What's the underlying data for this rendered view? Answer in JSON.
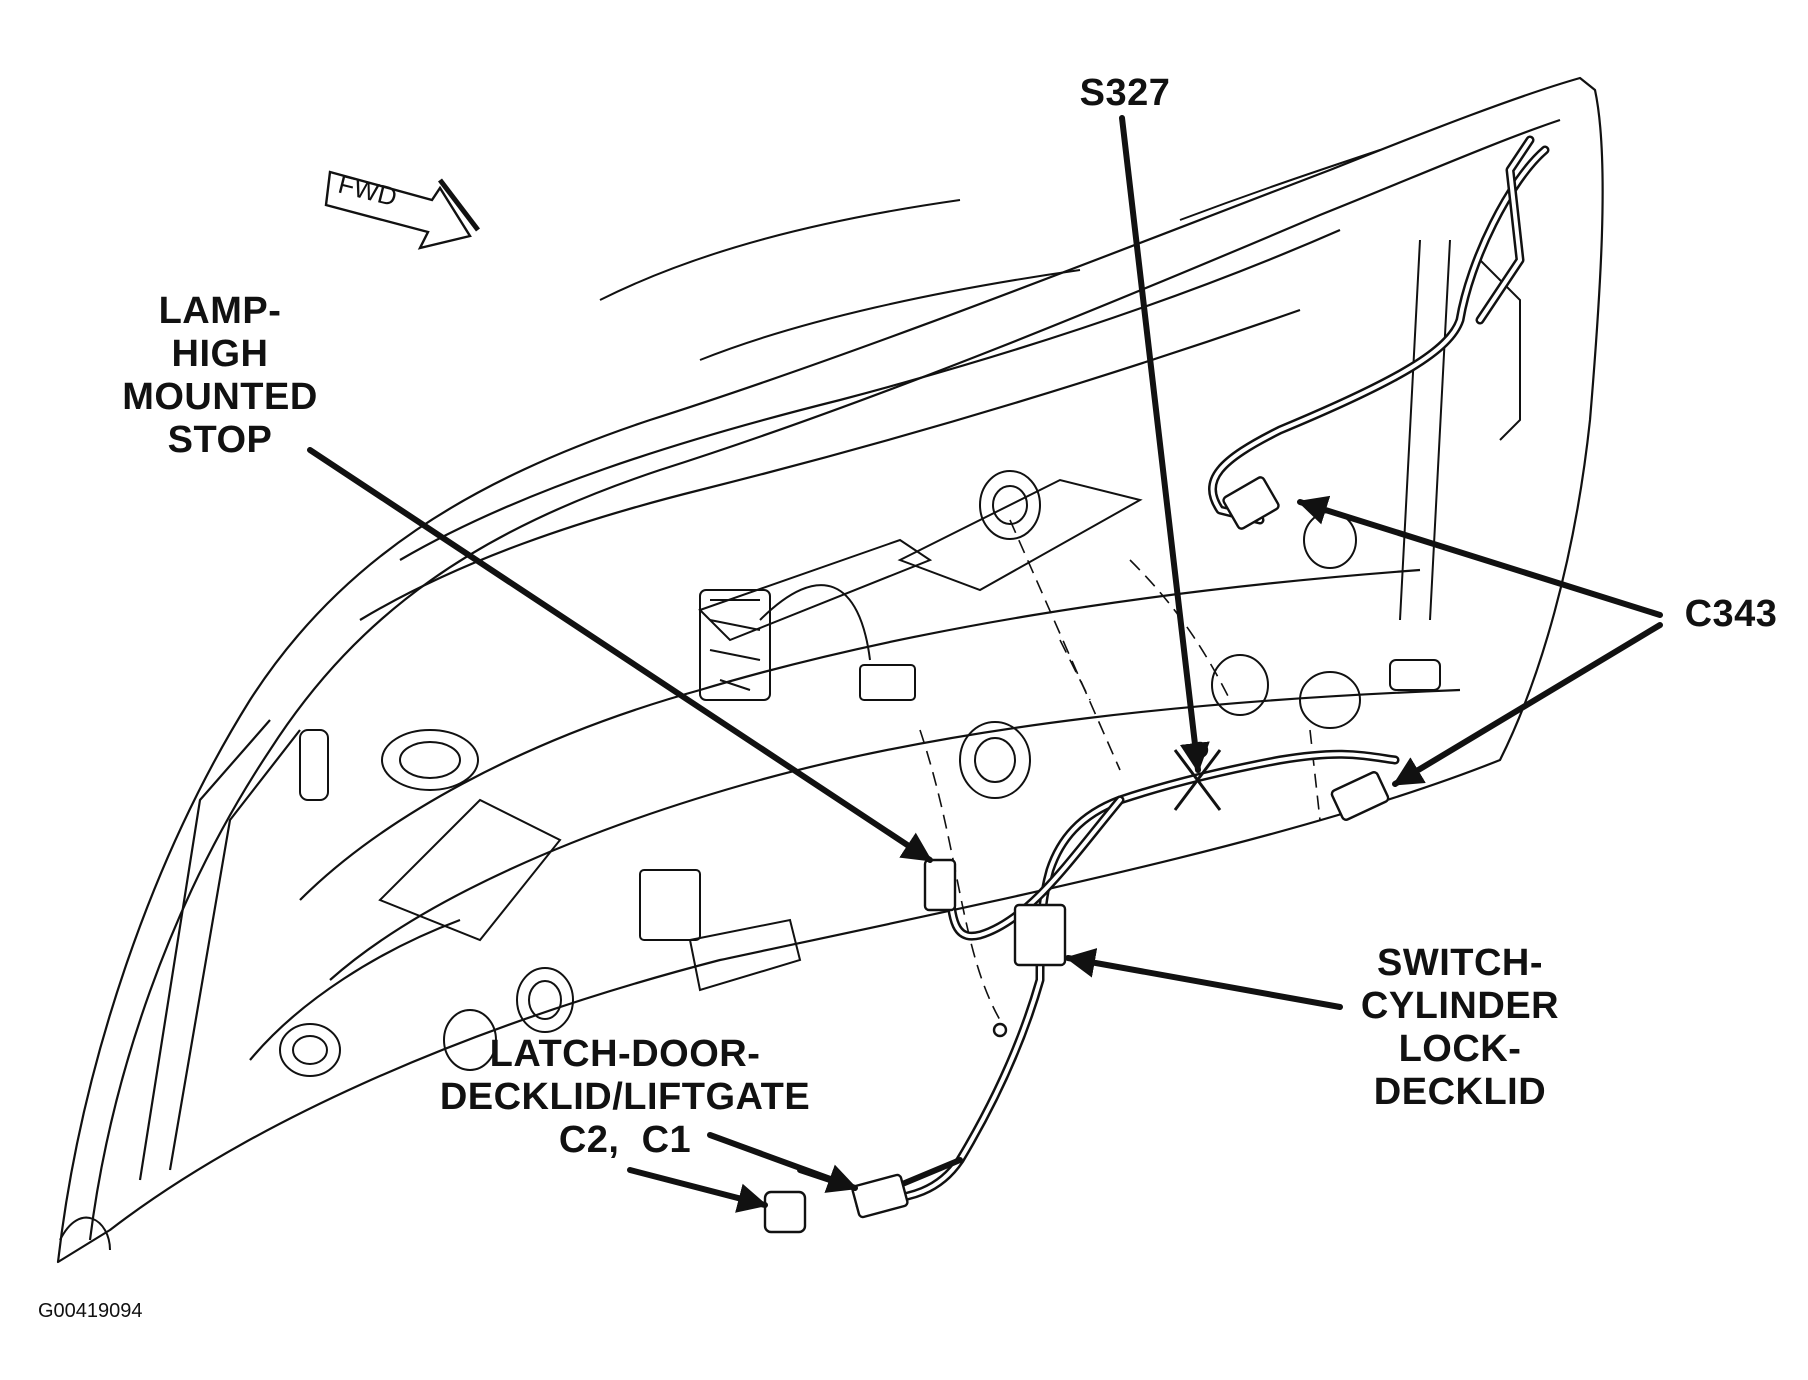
{
  "labels": {
    "lamp": [
      "LAMP-",
      "HIGH",
      "MOUNTED",
      "STOP"
    ],
    "s327": "S327",
    "c343": "C343",
    "switch": [
      "SWITCH-",
      "CYLINDER",
      "LOCK-",
      "DECKLID"
    ],
    "latch": [
      "LATCH-DOOR-",
      "DECKLID/LIFTGATE",
      "C2,  C1"
    ]
  },
  "fwd": "FWD",
  "figure_id": "G00419094",
  "colors": {
    "ink": "#111111",
    "background": "#ffffff"
  }
}
